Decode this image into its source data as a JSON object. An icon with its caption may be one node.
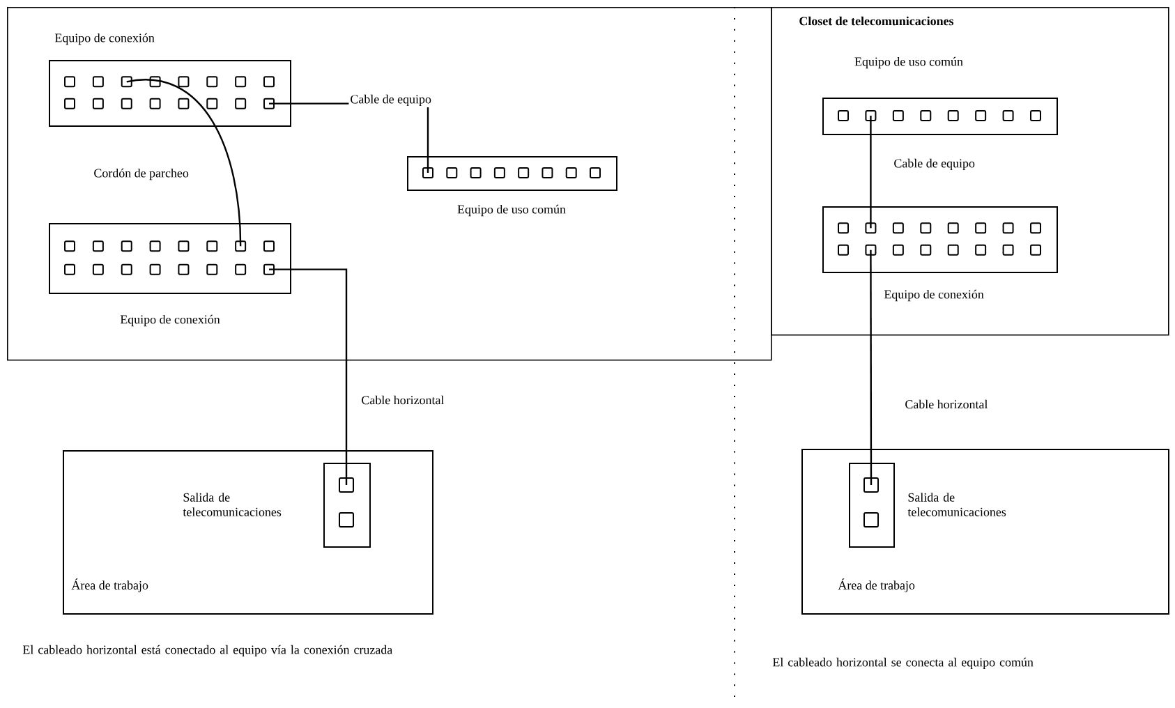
{
  "diagram": {
    "nodes": [
      {
        "text": [],
        "shape": "box"
      },
      {
        "text": [
          "Equipo de conexión"
        ],
        "in": 0
      },
      {
        "text": [
          "Equipo de uso común"
        ],
        "in": 0
      },
      {
        "text": [
          "Equipo de conexión"
        ],
        "in": 0
      },
      {
        "text": [
          "Área de trabajo"
        ]
      },
      {
        "text": [],
        "shape": "box",
        "beside": [
          "Salida de telecomunicaciones"
        ],
        "in": 4
      },
      {
        "text": [
          "Closet de telecomunicaciones"
        ]
      },
      {
        "text": [
          "Equipo de uso común"
        ],
        "in": 6
      },
      {
        "text": [
          "Equipo de conexión"
        ],
        "in": 6
      },
      {
        "text": [
          "Área de trabajo"
        ]
      },
      {
        "text": [],
        "shape": "box",
        "beside": [
          "Salida de telecomunicaciones"
        ],
        "in": 9
      }
    ],
    "edges": [
      {
        "from": 1,
        "to": 3,
        "arrow": "none",
        "label": "Cordón de parcheo"
      },
      {
        "from": 1,
        "to": 2,
        "arrow": "none",
        "label": "Cable de equipo"
      },
      {
        "from": 3,
        "to": 5,
        "arrow": "none",
        "label": "Cable horizontal"
      },
      {
        "from": 7,
        "to": 8,
        "arrow": "none",
        "label": "Cable de equipo"
      },
      {
        "from": 8,
        "to": 10,
        "arrow": "none",
        "label": "Cable horizontal"
      }
    ],
    "labels": [
      "El cableado horizontal está conectado al equipo vía la conexión cruzada",
      "El cableado horizontal se conecta al equipo común"
    ]
  }
}
